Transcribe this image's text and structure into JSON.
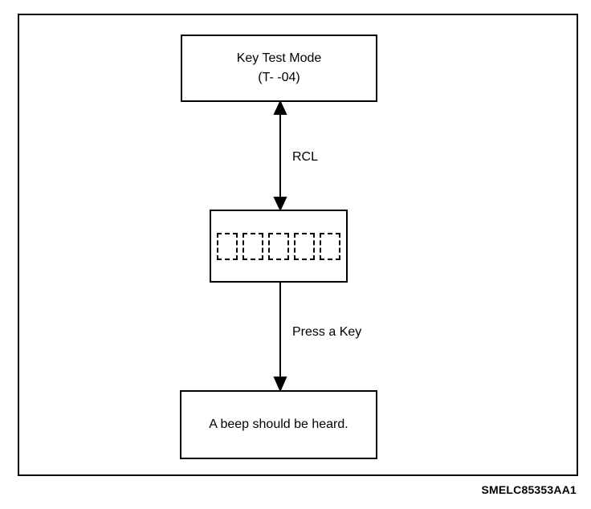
{
  "diagram": {
    "nodes": {
      "key_test_mode": {
        "line1": "Key Test Mode",
        "line2": "(T- -04)"
      },
      "display": {
        "digit_count": 5
      },
      "beep": {
        "text": "A beep should be heard."
      }
    },
    "edges": {
      "rcl": "RCL",
      "press_a_key": "Press a Key"
    },
    "figure_code": "SMELC85353AA1"
  }
}
